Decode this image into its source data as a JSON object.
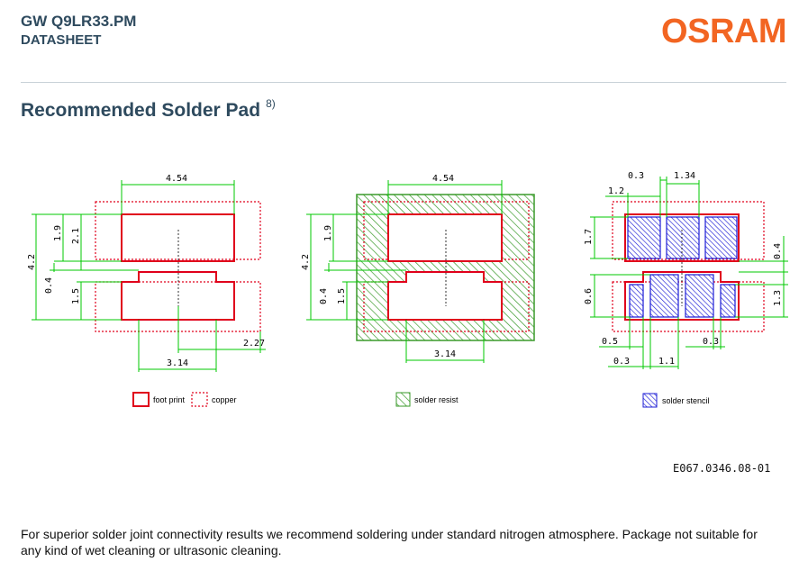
{
  "header": {
    "product": "GW Q9LR33.PM",
    "doctype": "DATASHEET",
    "logo": "OSRAM"
  },
  "section": {
    "title": "Recommended Solder Pad",
    "footnote": "8)"
  },
  "figures": {
    "left": {
      "dims": {
        "top_width": "4.54",
        "total_height": "4.2",
        "h1": "1.9",
        "h2": "2.1",
        "gap": "0.4",
        "lower": "1.5",
        "offset": "2.27",
        "bottom_width": "3.14"
      },
      "legend": {
        "footprint": "foot print",
        "copper": "copper"
      }
    },
    "middle": {
      "dims": {
        "top_width": "4.54",
        "total_height": "4.2",
        "h1": "1.9",
        "gap": "0.4",
        "lower": "1.5",
        "bottom_width": "3.14"
      },
      "legend": {
        "resist": "solder resist"
      }
    },
    "right": {
      "dims": {
        "d1": "0.3",
        "d2": "1.34",
        "d3": "1.2",
        "h_top": "1.7",
        "gap_r": "0.4",
        "h_low": "0.6",
        "h_right": "1.3",
        "b1": "0.5",
        "b2": "0.3",
        "b3": "0.3",
        "b4": "1.1"
      },
      "legend": {
        "stencil": "solder stencil"
      }
    }
  },
  "drawing_code": "E067.0346.08-01",
  "footer_text": "For superior solder joint connectivity results we recommend soldering under standard nitrogen atmosphere. Package not suitable for any kind of wet cleaning or ultrasonic cleaning.",
  "colors": {
    "accent": "#f26522",
    "heading": "#2e4a5e",
    "footprint": "#e0001b",
    "dimension": "#00c800",
    "stencil": "#1c1cd6",
    "resist": "#3a9a2a"
  }
}
